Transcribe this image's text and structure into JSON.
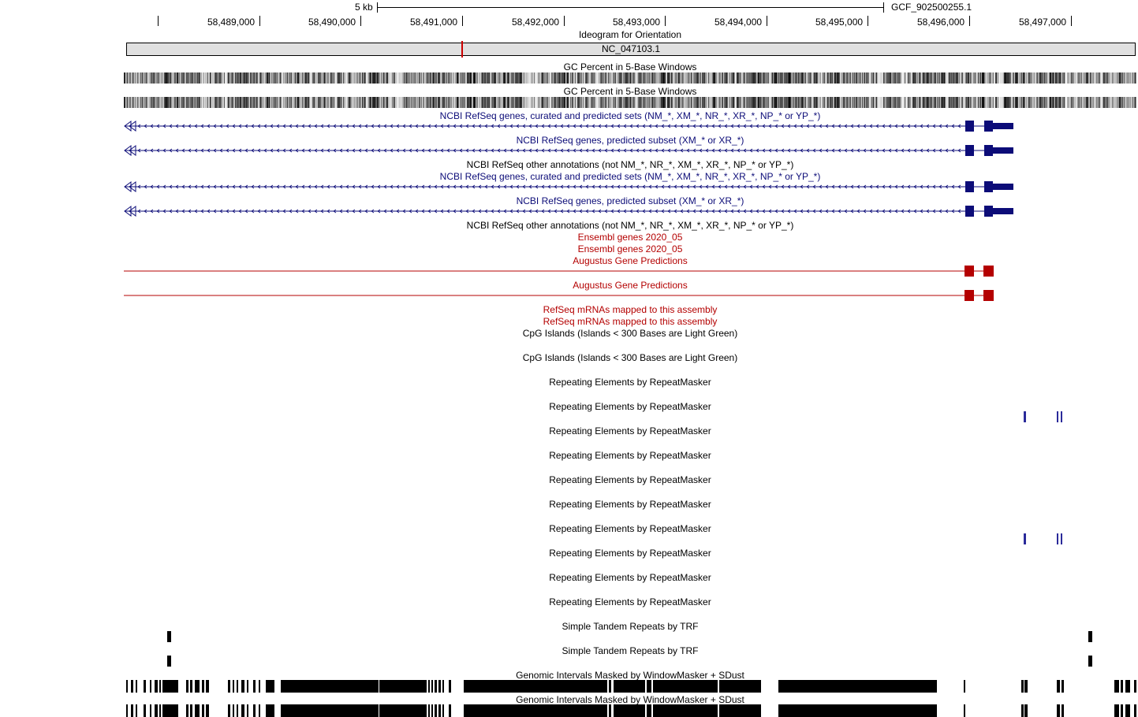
{
  "ruler": {
    "scale_label": "5 kb",
    "assembly": "GCF_902500255.1",
    "ticks": [
      "58,489,000",
      "58,490,000",
      "58,491,000",
      "58,492,000",
      "58,493,000",
      "58,494,000",
      "58,495,000",
      "58,496,000",
      "58,497,000"
    ]
  },
  "ideogram": {
    "title": "Ideogram for Orientation",
    "chrom": "NC_047103.1"
  },
  "tracks": [
    {
      "name": "GC Percent in 5-Base Windows",
      "color": "#000000"
    },
    {
      "name": "GC Percent in 5-Base Windows",
      "color": "#000000"
    },
    {
      "name": "NCBI RefSeq genes, curated and predicted sets (NM_*, XM_*, NR_*, XR_*, NP_* or YP_*)",
      "color": "#0c0c78"
    },
    {
      "name": "NCBI RefSeq genes, predicted subset (XM_* or XR_*)",
      "color": "#0c0c78"
    },
    {
      "name": "NCBI RefSeq other annotations (not NM_*, NR_*, XM_*, XR_*, NP_* or YP_*)",
      "color": "#000000"
    },
    {
      "name": "NCBI RefSeq genes, curated and predicted sets (NM_*, XM_*, NR_*, XR_*, NP_* or YP_*)",
      "color": "#0c0c78"
    },
    {
      "name": "NCBI RefSeq genes, predicted subset (XM_* or XR_*)",
      "color": "#0c0c78"
    },
    {
      "name": "NCBI RefSeq other annotations (not NM_*, NR_*, XM_*, XR_*, NP_* or YP_*)",
      "color": "#000000"
    },
    {
      "name": "Ensembl genes 2020_05",
      "color": "#b40000"
    },
    {
      "name": "Ensembl genes 2020_05",
      "color": "#b40000"
    },
    {
      "name": "Augustus Gene Predictions",
      "color": "#b40000"
    },
    {
      "name": "Augustus Gene Predictions",
      "color": "#b40000"
    },
    {
      "name": "RefSeq mRNAs mapped to this assembly",
      "color": "#b40000"
    },
    {
      "name": "RefSeq mRNAs mapped to this assembly",
      "color": "#b40000"
    },
    {
      "name": "CpG Islands (Islands < 300 Bases are Light Green)",
      "color": "#000000"
    },
    {
      "name": "CpG Islands (Islands < 300 Bases are Light Green)",
      "color": "#000000"
    },
    {
      "name": "Repeating Elements by RepeatMasker",
      "color": "#000000"
    },
    {
      "name": "Repeating Elements by RepeatMasker",
      "color": "#000000"
    },
    {
      "name": "Repeating Elements by RepeatMasker",
      "color": "#000000"
    },
    {
      "name": "Repeating Elements by RepeatMasker",
      "color": "#000000"
    },
    {
      "name": "Repeating Elements by RepeatMasker",
      "color": "#000000"
    },
    {
      "name": "Repeating Elements by RepeatMasker",
      "color": "#000000"
    },
    {
      "name": "Repeating Elements by RepeatMasker",
      "color": "#000000"
    },
    {
      "name": "Repeating Elements by RepeatMasker",
      "color": "#000000"
    },
    {
      "name": "Repeating Elements by RepeatMasker",
      "color": "#000000"
    },
    {
      "name": "Repeating Elements by RepeatMasker",
      "color": "#000000"
    },
    {
      "name": "Simple Tandem Repeats by TRF",
      "color": "#000000"
    },
    {
      "name": "Simple Tandem Repeats by TRF",
      "color": "#000000"
    },
    {
      "name": "Genomic Intervals Masked by WindowMasker + SDust",
      "color": "#000000"
    },
    {
      "name": "Genomic Intervals Masked by WindowMasker + SDust",
      "color": "#000000"
    }
  ],
  "colors": {
    "refseq": "#0c0c78",
    "augustus": "#b40000",
    "repeat": "#2a2a9a",
    "ideogram_mark": "#cc0000"
  }
}
